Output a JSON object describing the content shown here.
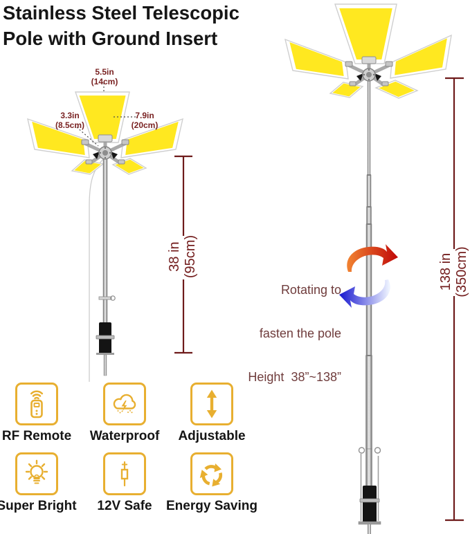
{
  "title": {
    "line1": "Stainless Steel Telescopic",
    "line2": "Pole with Ground Insert"
  },
  "measurements": {
    "panel_top": {
      "inches": "5.5in",
      "cm": "(14cm)"
    },
    "panel_left": {
      "inches": "3.3in",
      "cm": "(8.5cm)"
    },
    "panel_right": {
      "inches": "7.9in",
      "cm": "(20cm)"
    },
    "pole_short": {
      "inches": "38 in",
      "cm": "(95cm)"
    },
    "pole_tall": {
      "inches": "138 in",
      "cm": "(350cm)"
    }
  },
  "rotating_note": {
    "line1": "Rotating to",
    "line2": "fasten the pole",
    "line3": "Height  38”~138”"
  },
  "features": [
    {
      "label": "RF Remote",
      "icon": "rf-remote-icon"
    },
    {
      "label": "Waterproof",
      "icon": "waterproof-icon"
    },
    {
      "label": "Adjustable",
      "icon": "adjustable-icon"
    },
    {
      "label": "Super Bright",
      "icon": "super-bright-icon"
    },
    {
      "label": "12V Safe",
      "icon": "12v-safe-icon"
    },
    {
      "label": "Energy Saving",
      "icon": "energy-saving-icon"
    }
  ],
  "colors": {
    "accent_gold": "#e8af30",
    "panel_yellow": "#ffe820",
    "dimension_red": "#6e1a1a",
    "measure_text_red": "#7a2323",
    "note_brown": "#6f3c3c",
    "arrow_red": "#c70c0c",
    "arrow_blue": "#1515cf",
    "title_black": "#161616"
  }
}
